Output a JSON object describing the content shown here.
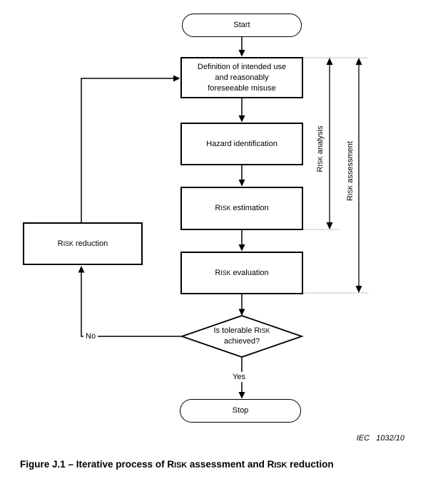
{
  "figure": {
    "nodes": {
      "start": "Start",
      "definition": "Definition of intended use and reasonably foreseeable misuse",
      "hazard_identification": "Hazard identification",
      "risk_estimation": "RISK estimation",
      "risk_evaluation": "RISK evaluation",
      "risk_reduction": "RISK reduction",
      "decision": "Is tolerable RISK achieved?",
      "stop": "Stop"
    },
    "edge_labels": {
      "no": "No",
      "yes": "Yes"
    },
    "brackets": {
      "risk_analysis": "RISK analysis",
      "risk_assessment": "RISK assessment"
    },
    "reference": "IEC   1032/10",
    "caption": "Figure J.1 – Iterative process of RISK assessment and RISK reduction",
    "colors": {
      "line": "#000000",
      "extension_line": "#c4c4c4",
      "background": "#ffffff",
      "text": "#000000"
    }
  }
}
